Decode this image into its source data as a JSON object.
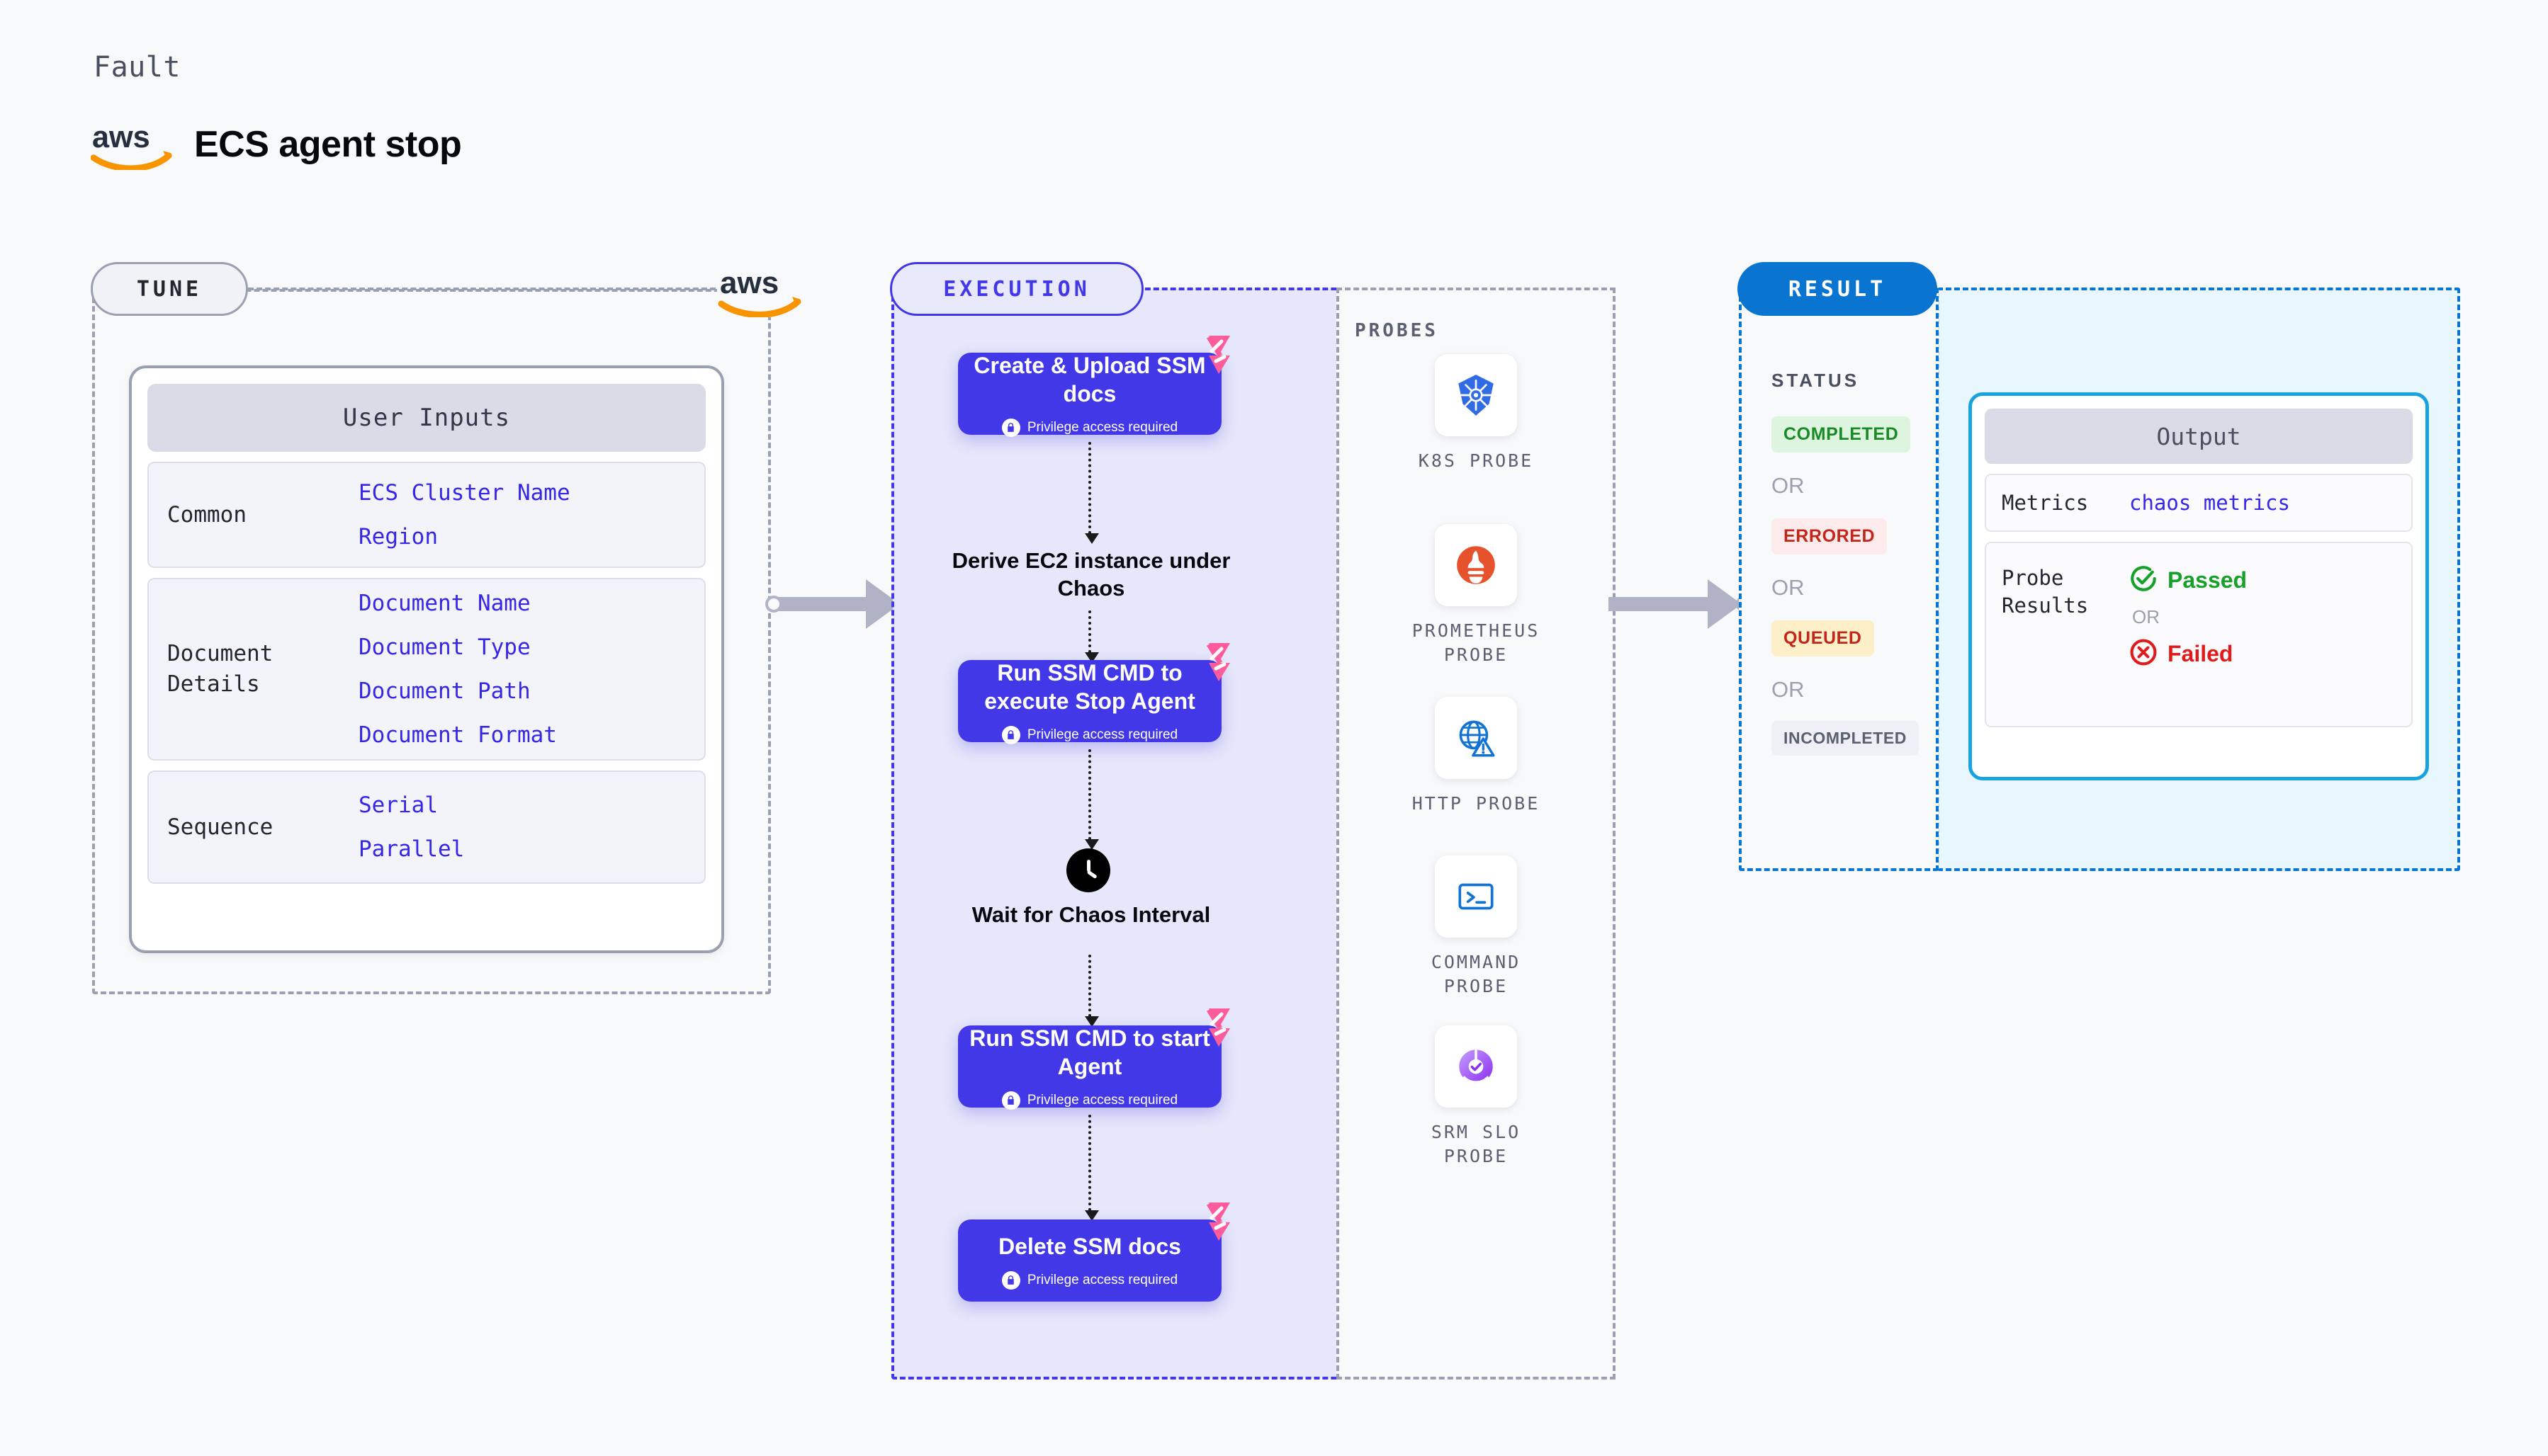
{
  "header": {
    "kicker": "Fault",
    "title": "ECS agent stop",
    "logo_icon": "aws-logo"
  },
  "tune": {
    "pill": "TUNE",
    "logo_icon": "aws-logo",
    "card_title": "User Inputs",
    "groups": [
      {
        "label": "Common",
        "values": [
          "ECS Cluster Name",
          "Region"
        ]
      },
      {
        "label": "Document\nDetails",
        "values": [
          "Document Name",
          "Document Type",
          "Document Path",
          "Document Format"
        ]
      },
      {
        "label": "Sequence",
        "values": [
          "Serial",
          "Parallel"
        ]
      }
    ]
  },
  "execution": {
    "pill": "EXECUTION",
    "privilege_note": "Privilege access required",
    "nodes": [
      {
        "type": "task",
        "title": "Create & Upload SSM docs",
        "privileged": true,
        "icon": "harness-ribbon-icon"
      },
      {
        "type": "plain",
        "title": "Derive EC2 instance under Chaos",
        "privileged": false,
        "icon": ""
      },
      {
        "type": "task",
        "title": "Run SSM CMD to execute Stop Agent",
        "privileged": true,
        "icon": "harness-ribbon-icon"
      },
      {
        "type": "plain",
        "title": "Wait for Chaos Interval",
        "privileged": false,
        "icon": "clock-icon"
      },
      {
        "type": "task",
        "title": "Run SSM CMD to start Agent",
        "privileged": true,
        "icon": "harness-ribbon-icon"
      },
      {
        "type": "task",
        "title": "Delete SSM docs",
        "privileged": true,
        "icon": "harness-ribbon-icon"
      }
    ]
  },
  "probes": {
    "title": "PROBES",
    "items": [
      {
        "label": "K8S PROBE",
        "icon": "kubernetes-icon"
      },
      {
        "label": "PROMETHEUS PROBE",
        "icon": "prometheus-icon"
      },
      {
        "label": "HTTP PROBE",
        "icon": "http-globe-icon"
      },
      {
        "label": "COMMAND PROBE",
        "icon": "terminal-icon"
      },
      {
        "label": "SRM SLO PROBE",
        "icon": "srm-slo-icon"
      }
    ]
  },
  "result": {
    "pill": "RESULT",
    "status_title": "STATUS",
    "or_label": "OR",
    "statuses": [
      {
        "label": "COMPLETED",
        "color": "#1a8a27",
        "bg": "#ddf5de"
      },
      {
        "label": "ERRORED",
        "color": "#c2261b",
        "bg": "#fdeaea"
      },
      {
        "label": "QUEUED",
        "color": "#c2261b",
        "bg": "#fdf0c9"
      },
      {
        "label": "INCOMPLETED",
        "color": "#5a5f72",
        "bg": "#eff0f5"
      }
    ],
    "output": {
      "title": "Output",
      "metrics_label": "Metrics",
      "metrics_value": "chaos metrics",
      "probe_label": "Probe\nResults",
      "passed": "Passed",
      "failed": "Failed",
      "or_label": "OR"
    }
  },
  "colors": {
    "accent_indigo": "#4338e8",
    "accent_blue": "#0a74d1",
    "accent_cyan": "#18a3e0",
    "ribbon_pink": "#fc5c9c",
    "aws_orange": "#f79400"
  }
}
